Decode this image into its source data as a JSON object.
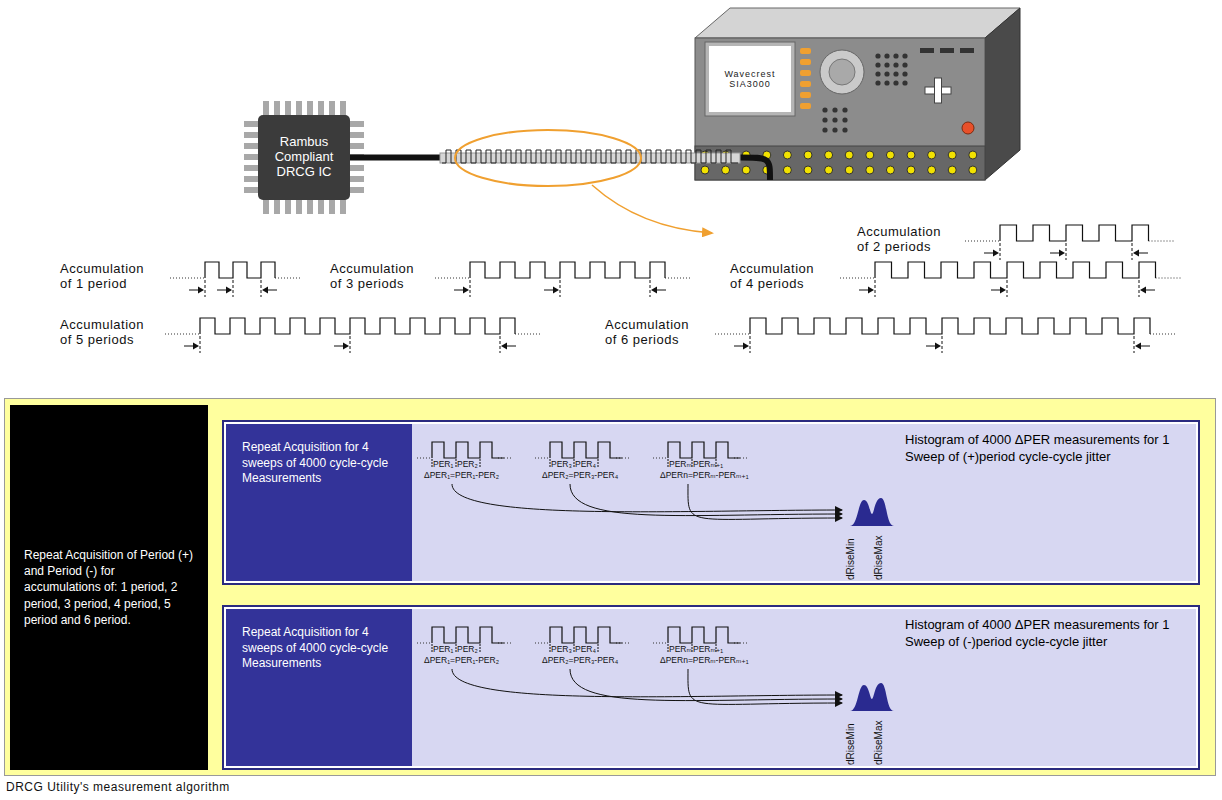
{
  "diagram": {
    "caption": "DRCG Utility's measurement algorithm",
    "nodes": [
      {
        "text": [
          "Rambus Compliant DRCG IC"
        ]
      },
      {
        "text": [
          "Wavecrest SIA3000"
        ]
      },
      {
        "text": [
          "Repeat Acquisition of Period (+) and Period (-) for accumulations of: 1 period, 2 period, 3 period, 4 period, 5 period and 6 period."
        ]
      },
      {
        "text": [
          "Histogram of 4000 ΔPER measurements for 1 Sweep of (+)period cycle-cycle jitter"
        ]
      },
      {
        "text": [
          "Repeat Acquisition for 4 sweeps of 4000 cycle-cycle Measurements"
        ],
        "in": 3
      },
      {
        "text": [
          "Histogram of 4000 ΔPER measurements for 1 Sweep of (-)period cycle-cycle jitter"
        ]
      },
      {
        "text": [
          "Repeat Acquisition for 4 sweeps of 4000 cycle-cycle Measurements"
        ],
        "in": 5
      }
    ],
    "edges": [
      {
        "from": 0,
        "to": 1,
        "arrow": "none"
      }
    ],
    "labels": [
      "Accumulation of 2 periods",
      "Accumulation of 1 period",
      "Accumulation of 3 periods",
      "Accumulation of 4 periods",
      "Accumulation of 5 periods",
      "Accumulation of 6 periods",
      "PER₁",
      "PER₂",
      "ΔPER₁=PER₁-PER₂",
      "PER₃",
      "PER₄",
      "ΔPER₂=PER₃-PER₄",
      "PERₘ",
      "PERₘ₊₁",
      "ΔPERn=PERₘ-PERₘ₊₁",
      "dRiseMin",
      "dRiseMax",
      "PER₁",
      "PER₂",
      "ΔPER₁=PER₁-PER₂",
      "PER₃",
      "PER₄",
      "ΔPER₂=PER₃-PER₄",
      "PERₘ",
      "PERₘ₊₁",
      "ΔPERn=PERₘ-PERₘ₊₁",
      "dRiseMin",
      "dRiseMax"
    ]
  }
}
